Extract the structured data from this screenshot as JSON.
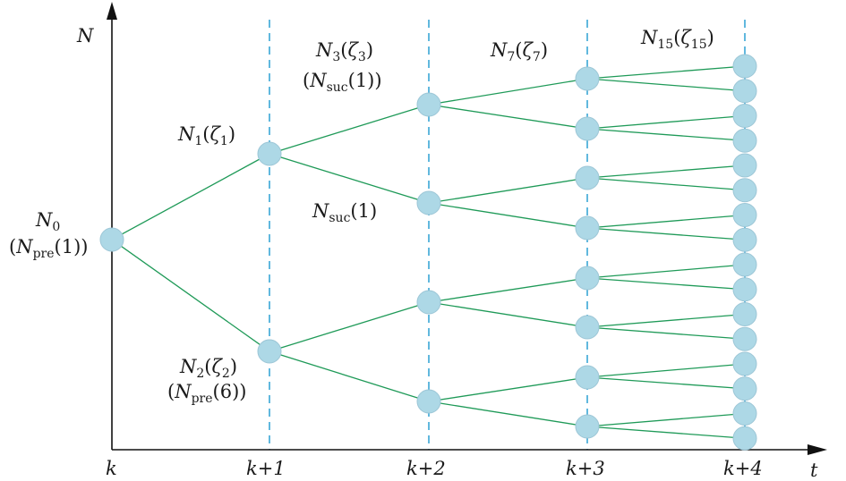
{
  "axes": {
    "y_label": "N",
    "x_label": "t",
    "ticks": [
      "k",
      "k+1",
      "k+2",
      "k+3",
      "k+4"
    ]
  },
  "annotations": {
    "n0": {
      "main": "N",
      "sub": "0"
    },
    "n0_paren": {
      "open": "(",
      "main": "N",
      "sub": "pre",
      "arg": "(1))"
    },
    "n1": {
      "main": "N",
      "sub": "1",
      "open": "(",
      "zeta": "ζ",
      "zsub": "1",
      "close": ")"
    },
    "n2": {
      "main": "N",
      "sub": "2",
      "open": "(",
      "zeta": "ζ",
      "zsub": "2",
      "close": ")"
    },
    "n2_paren": {
      "open": "(",
      "main": "N",
      "sub": "pre",
      "arg": "(6))"
    },
    "n3": {
      "main": "N",
      "sub": "3",
      "open": "(",
      "zeta": "ζ",
      "zsub": "3",
      "close": ")"
    },
    "n3_paren": {
      "open": "(",
      "main": "N",
      "sub": "suc",
      "arg": "(1))"
    },
    "nsuc": {
      "main": "N",
      "sub": "suc",
      "arg": "(1)"
    },
    "n7": {
      "main": "N",
      "sub": "7",
      "open": "(",
      "zeta": "ζ",
      "zsub": "7",
      "close": ")"
    },
    "n15": {
      "main": "N",
      "sub": "15",
      "open": "(",
      "zeta": "ζ",
      "zsub": "15",
      "close": ")"
    }
  },
  "colors": {
    "node_fill": "#add8e6",
    "node_stroke": "#9cc6d6",
    "edge": "#1f9a58",
    "dashed": "#3aa6d6",
    "axis": "#111111"
  }
}
